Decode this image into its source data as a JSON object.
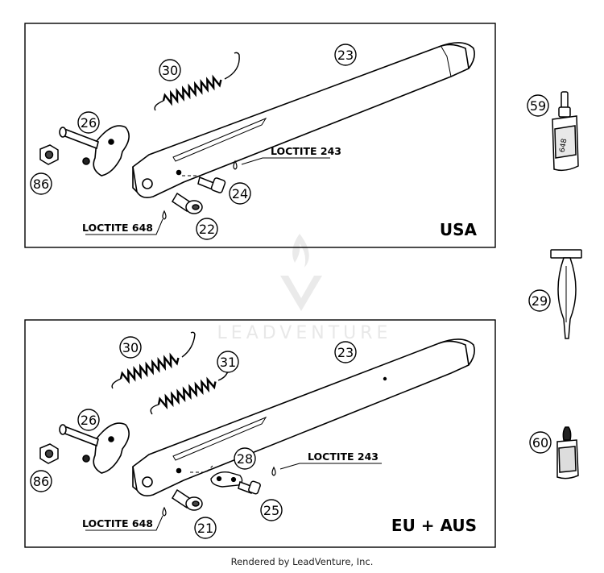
{
  "panels": {
    "usa": {
      "region_label": "USA"
    },
    "eu": {
      "region_label": "EU + AUS"
    }
  },
  "callouts": {
    "p23_usa": "23",
    "p30_usa": "30",
    "p26_usa": "26",
    "p86_usa": "86",
    "p24": "24",
    "p22": "22",
    "p23_eu": "23",
    "p30_eu": "30",
    "p31": "31",
    "p26_eu": "26",
    "p86_eu": "86",
    "p28": "28",
    "p25": "25",
    "p21": "21",
    "p59": "59",
    "p29": "29",
    "p60": "60"
  },
  "labels": {
    "loctite243_usa": "LOCTITE 243",
    "loctite648_usa": "LOCTITE 648",
    "loctite243_eu": "LOCTITE 243",
    "loctite648_eu": "LOCTITE 648",
    "bottle_print": "648"
  },
  "watermark": "LEADVENTURE",
  "footer": "Rendered by LeadVenture, Inc."
}
